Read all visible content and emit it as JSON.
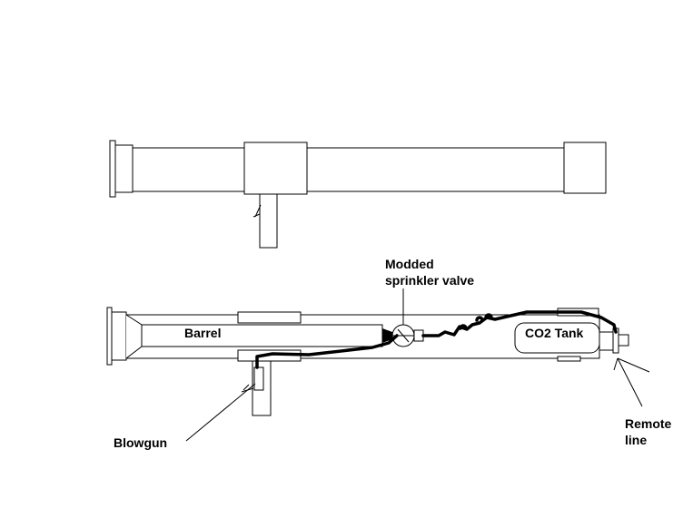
{
  "labels": {
    "valve_line1": "Modded",
    "valve_line2": "sprinkler valve",
    "barrel": "Barrel",
    "co2_tank": "CO2 Tank",
    "blowgun": "Blowgun",
    "remote_line1": "Remote",
    "remote_line2": "line"
  },
  "colors": {
    "ink": "#000000",
    "paper": "#ffffff"
  }
}
